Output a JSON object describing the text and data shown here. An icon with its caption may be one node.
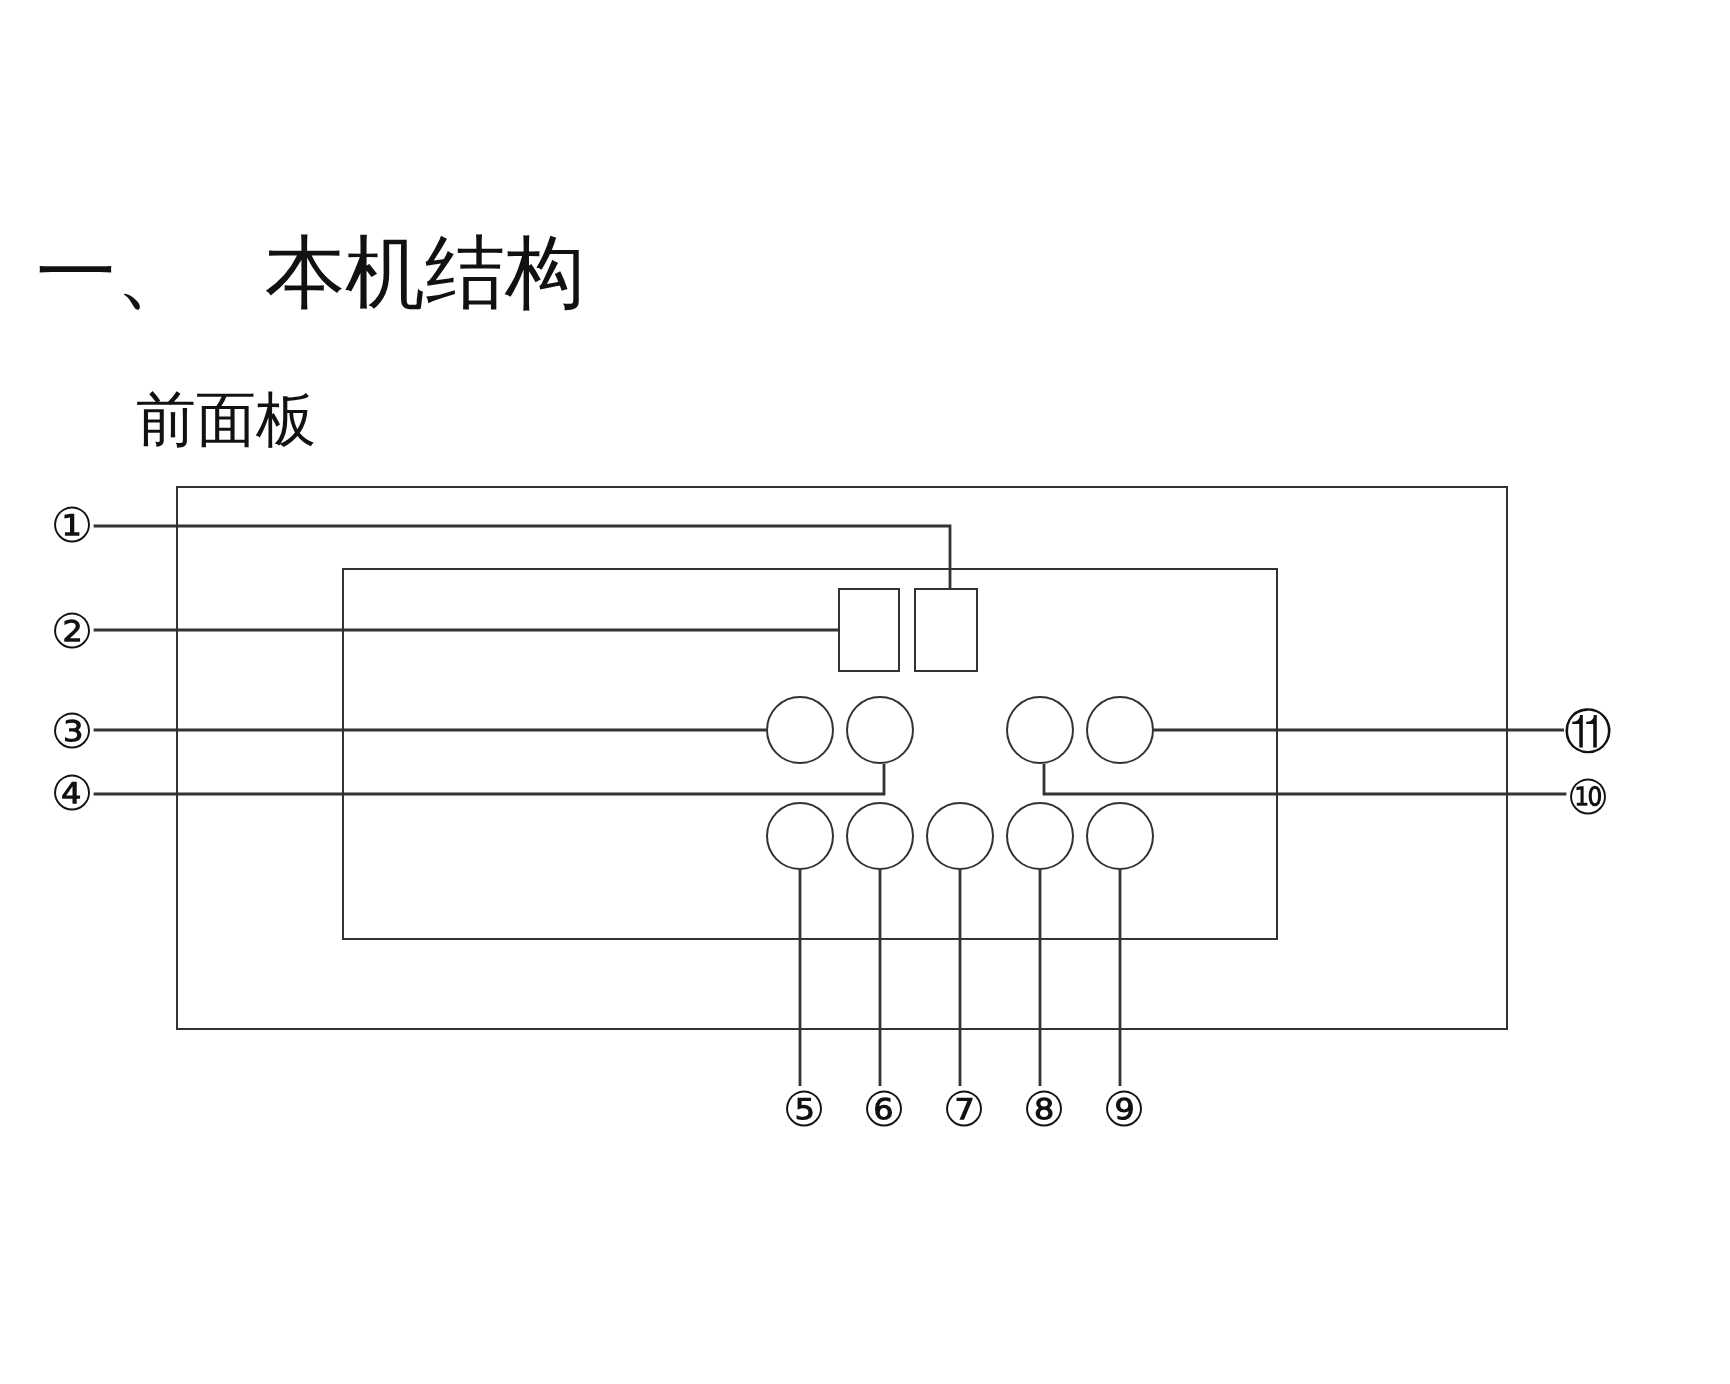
{
  "diagram": {
    "title": "一、 本机结构",
    "nodes": [
      {
        "text": [
          "①"
        ]
      },
      {
        "text": [
          "②"
        ]
      },
      {
        "text": [
          "③"
        ]
      },
      {
        "text": [
          "④"
        ]
      },
      {
        "text": [
          "⑤"
        ]
      },
      {
        "text": [
          "⑥"
        ]
      },
      {
        "text": [
          "⑦"
        ]
      },
      {
        "text": [
          "⑧"
        ]
      },
      {
        "text": [
          "⑨"
        ]
      },
      {
        "text": [
          "⑩"
        ]
      },
      {
        "text": [
          "⑪"
        ]
      },
      {
        "text": [],
        "shape": "box"
      },
      {
        "text": [],
        "shape": "box",
        "in": 11
      },
      {
        "text": [],
        "shape": "box",
        "in": 12
      },
      {
        "text": [],
        "shape": "box",
        "in": 12
      },
      {
        "text": [],
        "shape": "circle",
        "in": 12
      },
      {
        "text": [],
        "shape": "circle",
        "in": 12
      },
      {
        "text": [],
        "shape": "circle",
        "in": 12
      },
      {
        "text": [],
        "shape": "circle",
        "in": 12
      },
      {
        "text": [],
        "shape": "circle",
        "in": 12
      },
      {
        "text": [],
        "shape": "circle",
        "in": 12
      },
      {
        "text": [],
        "shape": "circle",
        "in": 12
      },
      {
        "text": [],
        "shape": "circle",
        "in": 12
      },
      {
        "text": [],
        "shape": "circle",
        "in": 12
      }
    ],
    "edges": [
      {
        "from": 0,
        "to": 14,
        "arrow": "none"
      },
      {
        "from": 1,
        "to": 13,
        "arrow": "none"
      },
      {
        "from": 2,
        "to": 15,
        "arrow": "none"
      },
      {
        "from": 3,
        "to": 16,
        "arrow": "none"
      },
      {
        "from": 4,
        "to": 19,
        "arrow": "none"
      },
      {
        "from": 5,
        "to": 20,
        "arrow": "none"
      },
      {
        "from": 6,
        "to": 21,
        "arrow": "none"
      },
      {
        "from": 7,
        "to": 22,
        "arrow": "none"
      },
      {
        "from": 8,
        "to": 23,
        "arrow": "none"
      },
      {
        "from": 9,
        "to": 17,
        "arrow": "none"
      },
      {
        "from": 10,
        "to": 18,
        "arrow": "none"
      }
    ],
    "labels": [
      "前面板"
    ]
  }
}
